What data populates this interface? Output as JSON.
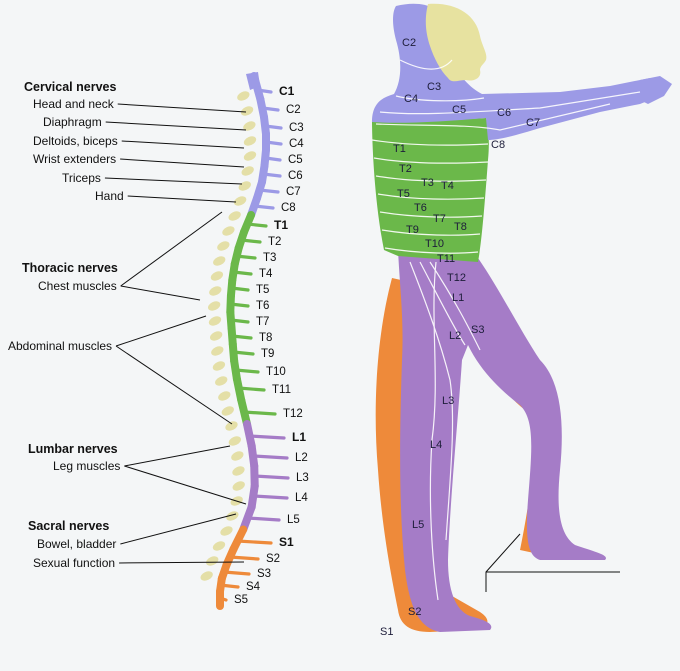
{
  "colors": {
    "cervical": "#9c9ae6",
    "thoracic": "#6bb84a",
    "lumbar": "#a57cc7",
    "sacral": "#ee8a3a",
    "head": "#e7e2a0",
    "vertebra": "#e4dfa7"
  },
  "groups": [
    {
      "id": "cervical",
      "title": "Cervical nerves",
      "functions": [
        "Head and neck",
        "Diaphragm",
        "Deltoids, biceps",
        "Wrist extenders",
        "Triceps",
        "Hand"
      ]
    },
    {
      "id": "thoracic",
      "title": "Thoracic nerves",
      "functions": [
        "Chest muscles",
        "Abdominal muscles"
      ]
    },
    {
      "id": "lumbar",
      "title": "Lumbar nerves",
      "functions": [
        "Leg muscles"
      ]
    },
    {
      "id": "sacral",
      "title": "Sacral nerves",
      "functions": [
        "Bowel, bladder",
        "Sexual function"
      ]
    }
  ],
  "spine_levels": [
    {
      "label": "C1",
      "group": "cervical",
      "bold": true
    },
    {
      "label": "C2",
      "group": "cervical"
    },
    {
      "label": "C3",
      "group": "cervical"
    },
    {
      "label": "C4",
      "group": "cervical"
    },
    {
      "label": "C5",
      "group": "cervical"
    },
    {
      "label": "C6",
      "group": "cervical"
    },
    {
      "label": "C7",
      "group": "cervical"
    },
    {
      "label": "C8",
      "group": "cervical"
    },
    {
      "label": "T1",
      "group": "thoracic",
      "bold": true
    },
    {
      "label": "T2",
      "group": "thoracic"
    },
    {
      "label": "T3",
      "group": "thoracic"
    },
    {
      "label": "T4",
      "group": "thoracic"
    },
    {
      "label": "T5",
      "group": "thoracic"
    },
    {
      "label": "T6",
      "group": "thoracic"
    },
    {
      "label": "T7",
      "group": "thoracic"
    },
    {
      "label": "T8",
      "group": "thoracic"
    },
    {
      "label": "T9",
      "group": "thoracic"
    },
    {
      "label": "T10",
      "group": "thoracic"
    },
    {
      "label": "T11",
      "group": "thoracic"
    },
    {
      "label": "T12",
      "group": "thoracic"
    },
    {
      "label": "L1",
      "group": "lumbar",
      "bold": true
    },
    {
      "label": "L2",
      "group": "lumbar"
    },
    {
      "label": "L3",
      "group": "lumbar"
    },
    {
      "label": "L4",
      "group": "lumbar"
    },
    {
      "label": "L5",
      "group": "lumbar"
    },
    {
      "label": "S1",
      "group": "sacral",
      "bold": true
    },
    {
      "label": "S2",
      "group": "sacral"
    },
    {
      "label": "S3",
      "group": "sacral"
    },
    {
      "label": "S4",
      "group": "sacral"
    },
    {
      "label": "S5",
      "group": "sacral"
    }
  ],
  "body_labels": [
    "C2",
    "C3",
    "C4",
    "C5",
    "C6",
    "C7",
    "C8",
    "T1",
    "T2",
    "T3",
    "T4",
    "T5",
    "T6",
    "T7",
    "T8",
    "T9",
    "T10",
    "T11",
    "T12",
    "L1",
    "L2",
    "S3",
    "L3",
    "L4",
    "L5",
    "S2",
    "S1"
  ]
}
